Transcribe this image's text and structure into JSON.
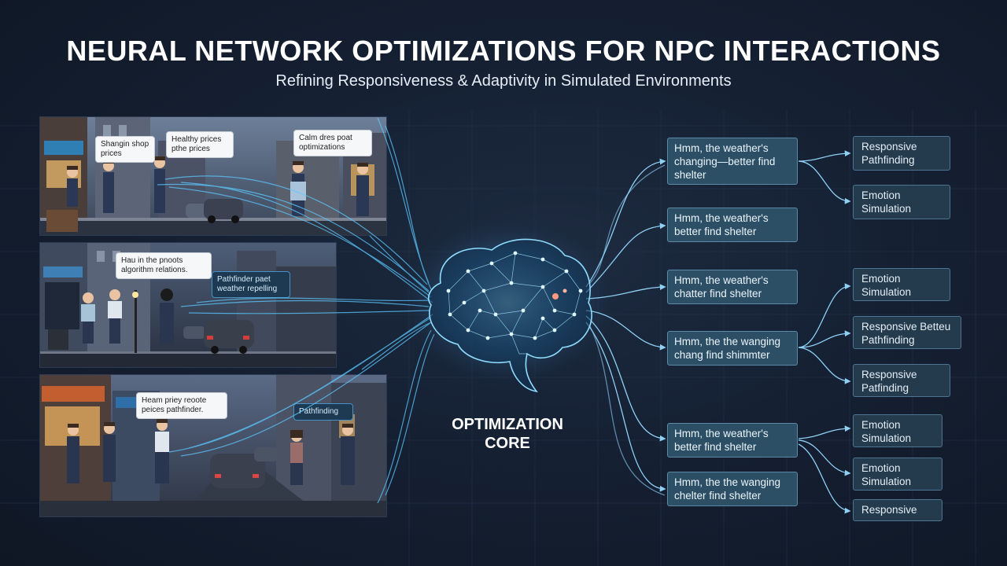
{
  "header": {
    "title": "NEURAL NETWORK OPTIMIZATIONS FOR NPC INTERACTIONS",
    "subtitle": "Refining Responsiveness & Adaptivity in Simulated Environments"
  },
  "scenes": [
    {
      "bubbles": [
        "Shangin shop prices",
        "Healthy prices pthe prices",
        "Calm dres poat optimizations"
      ]
    },
    {
      "bubbles": [
        "Hau in the pnoots algorithm relations.",
        "Pathfinder paet weather repelling"
      ]
    },
    {
      "bubbles": [
        "Heam priey reoote peices pathfinder.",
        "Pathfinding"
      ]
    }
  ],
  "core": {
    "label": "OPTIMIZATION CORE"
  },
  "nodes": [
    {
      "text": "Hmm, the weather's changing—better find shelter"
    },
    {
      "text": "Hmm, the weather's better find shelter"
    },
    {
      "text": "Hmm, the weather's chatter find shelter"
    },
    {
      "text": "Hmm, the the wanging chang find shimmter"
    },
    {
      "text": "Hmm, the weather's better find shelter"
    },
    {
      "text": "Hmm, the the wanging chelter find shelter"
    }
  ],
  "leaves": [
    {
      "text": "Responsive Pathfinding"
    },
    {
      "text": "Emotion Simulation"
    },
    {
      "text": "Emotion Simulation"
    },
    {
      "text": "Responsive Betteu Pathfinding"
    },
    {
      "text": "Responsive Patfinding"
    },
    {
      "text": "Emotion Simulation"
    },
    {
      "text": "Emotion Simulation"
    },
    {
      "text": "Responsive"
    }
  ],
  "colors": {
    "accent": "#5cc8ff",
    "node_bg": "#2d4f66",
    "leaf_bg": "#243a4d",
    "background": "#152033"
  }
}
